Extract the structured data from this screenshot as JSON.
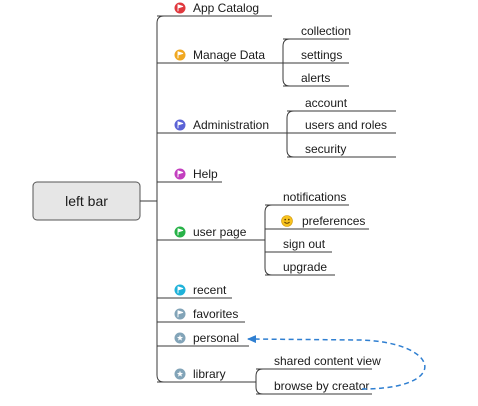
{
  "root": {
    "label": "left bar"
  },
  "colors": {
    "line": "#3a3a3a",
    "root_fill": "#e6e6e6",
    "root_stroke": "#555555",
    "link": "#2f7fd1"
  },
  "branches": [
    {
      "key": "app-catalog",
      "label": "App Catalog",
      "icon": "flag-icon",
      "color": "#e0383e",
      "children": []
    },
    {
      "key": "manage-data",
      "label": "Manage Data",
      "icon": "flag-icon",
      "color": "#f0a821",
      "children": [
        {
          "label": "collection"
        },
        {
          "label": "settings"
        },
        {
          "label": "alerts"
        }
      ]
    },
    {
      "key": "administration",
      "label": "Administration",
      "icon": "flag-icon",
      "color": "#5b63d6",
      "children": [
        {
          "label": "account"
        },
        {
          "label": "users and roles"
        },
        {
          "label": "security"
        }
      ]
    },
    {
      "key": "help",
      "label": "Help",
      "icon": "flag-icon",
      "color": "#c33fbf",
      "children": []
    },
    {
      "key": "user-page",
      "label": "user page",
      "icon": "flag-icon",
      "color": "#27b248",
      "children": [
        {
          "label": "notifications"
        },
        {
          "label": "preferences",
          "icon": "smiley-icon",
          "color": "#f7c21e"
        },
        {
          "label": "sign out"
        },
        {
          "label": "upgrade"
        }
      ]
    },
    {
      "key": "recent",
      "label": "recent",
      "icon": "flag-icon",
      "color": "#1fb2d9",
      "children": []
    },
    {
      "key": "favorites",
      "label": "favorites",
      "icon": "flag-icon",
      "color": "#82a4b8",
      "children": []
    },
    {
      "key": "personal",
      "label": "personal",
      "icon": "star-icon",
      "color": "#82a4b8",
      "children": []
    },
    {
      "key": "library",
      "label": "library",
      "icon": "star-icon",
      "color": "#82a4b8",
      "children": [
        {
          "label": "shared content view"
        },
        {
          "label": "browse by creator"
        }
      ]
    }
  ],
  "relationship": {
    "from": "browse by creator",
    "to": "personal"
  }
}
